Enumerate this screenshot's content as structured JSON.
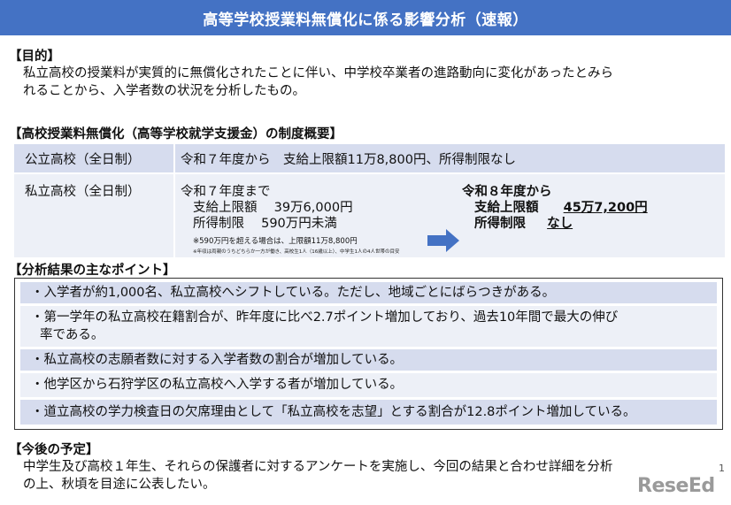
{
  "title": "高等学校授業料無償化に係る影響分析（速報）",
  "purpose": {
    "heading": "【目的】",
    "line1": "私立高校の授業料が実質的に無償化されたことに伴い、中学校卒業者の進路動向に変化があったとみら",
    "line2": "れることから、入学者数の状況を分析したもの。"
  },
  "overview": {
    "heading": "【高校授業料無償化（高等学校就学支援金）の制度概要】",
    "public": {
      "label": "公立高校（全日制）",
      "text": "令和７年度から　支給上限額11万8,800円、所得制限なし"
    },
    "private": {
      "label": "私立高校（全日制）",
      "before_title": "令和７年度まで",
      "before_amount": "支給上限額　 39万6,000円",
      "before_limit": "所得制限　 590万円未満",
      "note": "※590万円を超える場合は、上限額11万8,800円",
      "tiny_note": "※年収は両親のうちどちらか一方が働き、高校生1人（16歳以上）、中学生1人の4人世帯の目安",
      "after_title": "令和８年度から",
      "after_amount_label": "支給上限額",
      "after_amount_value": "45万7,200円",
      "after_limit_label": "所得制限",
      "after_limit_value": "なし"
    }
  },
  "results": {
    "heading": "【分析結果の主なポイント】",
    "points": [
      "・入学者が約1,000名、私立高校へシフトしている。ただし、地域ごとにばらつきがある。",
      "・第一学年の私立高校在籍割合が、昨年度に比べ2.7ポイント増加しており、過去10年間で最大の伸び",
      "率である。",
      "・私立高校の志願者数に対する入学者数の割合が増加している。",
      "・他学区から石狩学区の私立高校へ入学する者が増加している。",
      "・道立高校の学力検査日の欠席理由として「私立高校を志望」とする割合が12.8ポイント増加している。"
    ]
  },
  "schedule": {
    "heading": "【今後の予定】",
    "line1": "中学生及び高校１年生、それらの保護者に対するアンケートを実施し、今回の結果と合わせ詳細を分析",
    "line2": "の上、秋頃を目途に公表したい。"
  },
  "page_number": "1",
  "logo": "ReseEd",
  "colors": {
    "title_bar": "#4472c4",
    "row_dark": "#d6dcee",
    "row_light": "#edf0f7",
    "arrow": "#4472c4"
  }
}
